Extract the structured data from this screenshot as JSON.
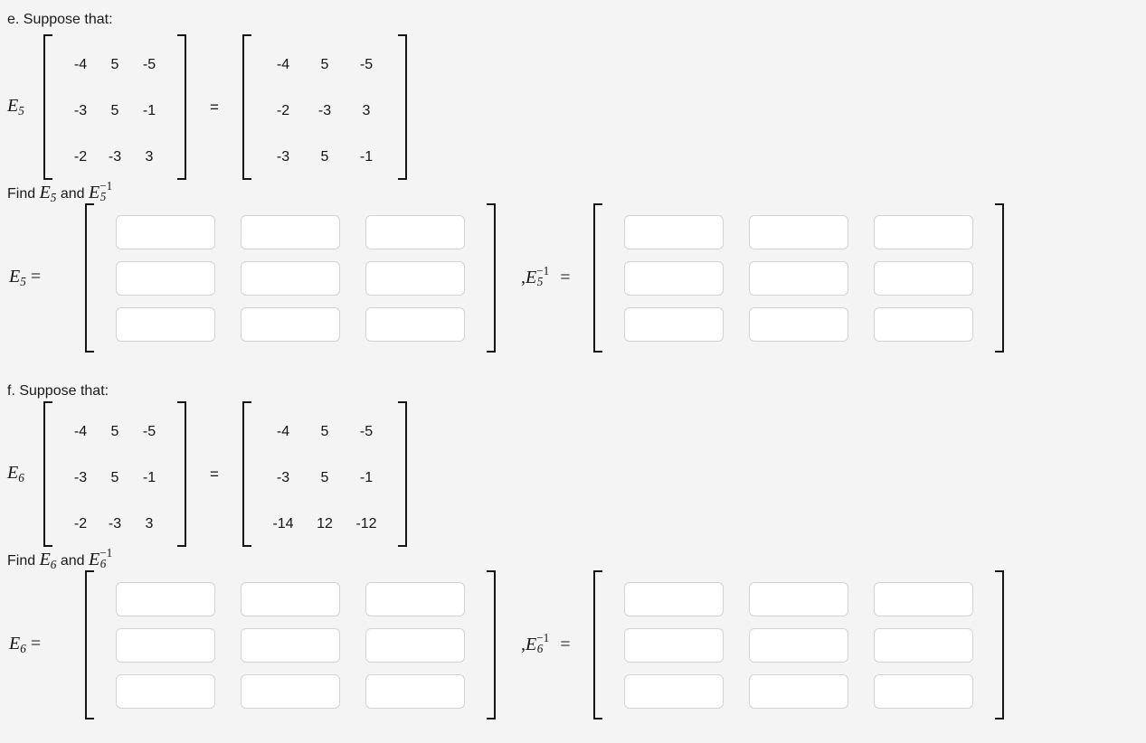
{
  "page": {
    "background": "#f4f4f4",
    "text_color": "#141414",
    "box_border_color": "#d3d3d3",
    "bracket_color": "#161616"
  },
  "sections": [
    {
      "id": "e",
      "heading": "e. Suppose that:",
      "equation": {
        "lead_base": "E",
        "lead_sub": "5",
        "left_matrix": [
          [
            "-4",
            "5",
            "-5"
          ],
          [
            "-3",
            "5",
            "-1"
          ],
          [
            "-2",
            "-3",
            "3"
          ]
        ],
        "operator": "=",
        "right_matrix": [
          [
            "-4",
            "5",
            "-5"
          ],
          [
            "-2",
            "-3",
            "3"
          ],
          [
            "-3",
            "5",
            "-1"
          ]
        ]
      },
      "find_text": {
        "prefix": "Find ",
        "first_base": "E",
        "first_sub": "5",
        "conjunction": " and ",
        "second_base": "E",
        "second_sub": "5",
        "second_sup": "−1"
      },
      "answer": {
        "left_label_base": "E",
        "left_label_sub": "5",
        "left_label_eq": "=",
        "mid_comma": ",",
        "right_label_base": "E",
        "right_label_sub": "5",
        "right_label_sup": "−1",
        "right_label_eq": "=",
        "left_values": [
          [
            "",
            "",
            ""
          ],
          [
            "",
            "",
            ""
          ],
          [
            "",
            "",
            ""
          ]
        ],
        "right_values": [
          [
            "",
            "",
            ""
          ],
          [
            "",
            "",
            ""
          ],
          [
            "",
            "",
            ""
          ]
        ],
        "placeholder": ""
      }
    },
    {
      "id": "f",
      "heading": "f. Suppose that:",
      "equation": {
        "lead_base": "E",
        "lead_sub": "6",
        "left_matrix": [
          [
            "-4",
            "5",
            "-5"
          ],
          [
            "-3",
            "5",
            "-1"
          ],
          [
            "-2",
            "-3",
            "3"
          ]
        ],
        "operator": "=",
        "right_matrix": [
          [
            "-4",
            "5",
            "-5"
          ],
          [
            "-3",
            "5",
            "-1"
          ],
          [
            "-14",
            "12",
            "-12"
          ]
        ]
      },
      "find_text": {
        "prefix": "Find ",
        "first_base": "E",
        "first_sub": "6",
        "conjunction": " and ",
        "second_base": "E",
        "second_sub": "6",
        "second_sup": "−1"
      },
      "answer": {
        "left_label_base": "E",
        "left_label_sub": "6",
        "left_label_eq": "=",
        "mid_comma": ",",
        "right_label_base": "E",
        "right_label_sub": "6",
        "right_label_sup": "−1",
        "right_label_eq": "=",
        "left_values": [
          [
            "",
            "",
            ""
          ],
          [
            "",
            "",
            ""
          ],
          [
            "",
            "",
            ""
          ]
        ],
        "right_values": [
          [
            "",
            "",
            ""
          ],
          [
            "",
            "",
            ""
          ],
          [
            "",
            "",
            ""
          ]
        ],
        "placeholder": ""
      }
    }
  ]
}
